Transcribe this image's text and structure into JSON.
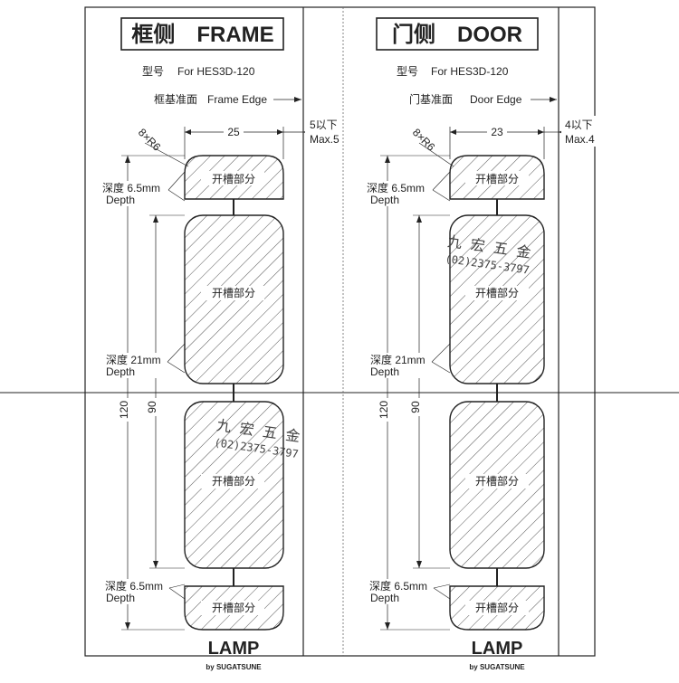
{
  "frame": {
    "title": "框侧　FRAME",
    "model_label": "型号",
    "model_value": "For HES3D-120",
    "edge_label": "框基准面",
    "edge_value": "Frame Edge",
    "width_dim": "25",
    "max_cn": "5以下",
    "max_en": "Max.5"
  },
  "door": {
    "title": "门侧　DOOR",
    "model_label": "型号",
    "model_value": "For HES3D-120",
    "edge_label": "门基准面",
    "edge_value": "Door Edge",
    "width_dim": "23",
    "max_cn": "4以下",
    "max_en": "Max.4"
  },
  "common": {
    "radius": "8×R6",
    "depth_small_cn": "深度 6.5mm",
    "depth_large_cn": "深度 21mm",
    "depth_en": "Depth",
    "cut_area": "开槽部分",
    "dim_outer": "120",
    "dim_inner": "90"
  },
  "watermark": {
    "name": "九 宏 五 金",
    "phone": "(02)2375-3797"
  },
  "brand": {
    "logo": "LAMP",
    "sub": "by SUGATSUNE"
  },
  "colors": {
    "line": "#222222",
    "hatch": "#555555",
    "background": "#ffffff"
  }
}
